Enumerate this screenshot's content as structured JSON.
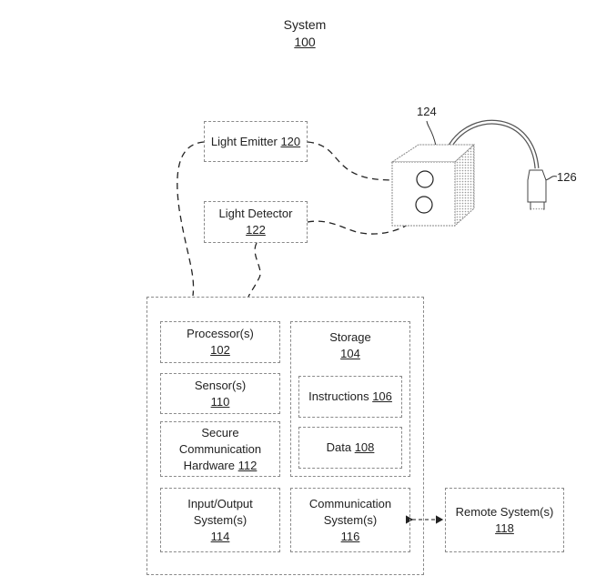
{
  "title": {
    "text": "System",
    "ref": "100"
  },
  "light_emitter": {
    "text": "Light Emitter",
    "ref": "120"
  },
  "light_detector": {
    "text": "Light Detector",
    "ref": "122"
  },
  "device": {
    "ref": "124"
  },
  "connector": {
    "ref": "126"
  },
  "system_box": {
    "processor": {
      "text": "Processor(s)",
      "ref": "102"
    },
    "storage": {
      "text": "Storage",
      "ref": "104"
    },
    "instructions": {
      "text": "Instructions",
      "ref": "106"
    },
    "data": {
      "text": "Data",
      "ref": "108"
    },
    "sensors": {
      "text": "Sensor(s)",
      "ref": "110"
    },
    "secure_hw": {
      "line1": "Secure",
      "line2": "Communication",
      "line3": "Hardware",
      "ref": "112"
    },
    "io": {
      "line1": "Input/Output",
      "line2": "System(s)",
      "ref": "114"
    },
    "comm": {
      "line1": "Communication",
      "line2": "System(s)",
      "ref": "116"
    }
  },
  "remote": {
    "text": "Remote System(s)",
    "ref": "118"
  }
}
